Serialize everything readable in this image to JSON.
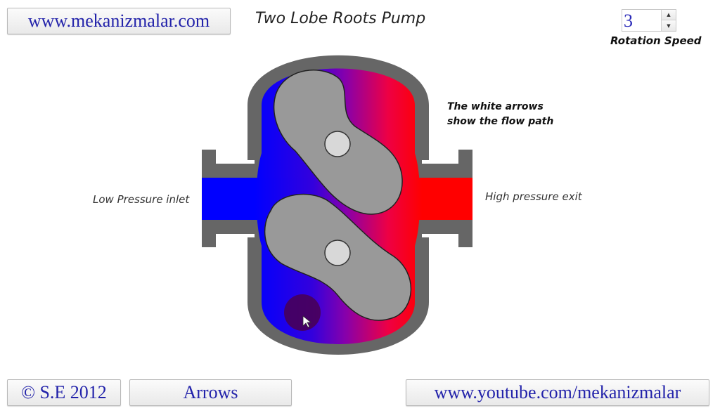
{
  "header": {
    "site_button": "www.mekanizmalar.com",
    "title": "Two Lobe Roots Pump"
  },
  "speed_control": {
    "value": "3",
    "label": "Rotation Speed",
    "up_icon": "▲",
    "down_icon": "▼"
  },
  "diagram": {
    "note_line1": "The white arrows",
    "note_line2": "show the flow path",
    "inlet_label": "Low Pressure inlet",
    "exit_label": "High pressure exit",
    "colors": {
      "low_pressure": "#0000ff",
      "high_pressure": "#ff0000",
      "housing": "#666666",
      "lobe": "#999999",
      "shaft": "#d8d8d8"
    }
  },
  "footer": {
    "copyright_button": "© S.E 2012",
    "arrows_button": "Arrows",
    "youtube_button": "www.youtube.com/mekanizmalar"
  }
}
